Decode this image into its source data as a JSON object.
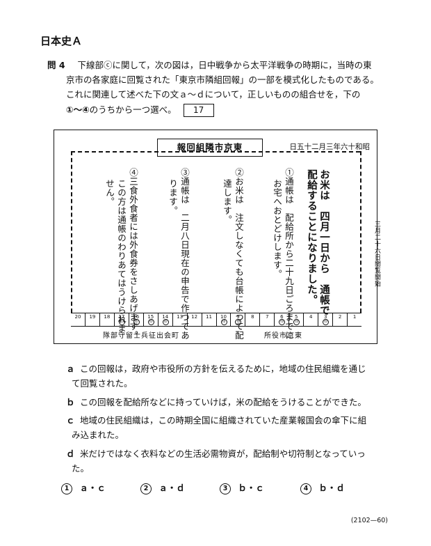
{
  "subject": "日本史Ａ",
  "question": {
    "label": "問 4",
    "line1": "下線部ⓒに関して，次の図は，日中戦争から太平洋戦争の時期に，当時の東",
    "line2": "京市の各家庭に回覧された「東京市隣組回報」の一部を模式化したものである。",
    "line3": "これに関連して述べた下の文ａ～ｄについて，正しいものの組合せを，下の",
    "line4": "のうちから一つ選べ。",
    "choice_range": "①～④",
    "answer_number": "17"
  },
  "figure": {
    "title": "東京市隣組回報",
    "date": "昭和十六年三月二十五日",
    "side_note": "三月二十六日閲覧開始",
    "headline1": "お米は　四月一日から　通帳で",
    "headline2": "配給することになりました。",
    "items": [
      {
        "line1": "①通帳は　配給所から二十九日ごろまでに",
        "line2": "お宅へおとどけします。"
      },
      {
        "line1": "②お米は　注文しなくても台帳によつて配",
        "line2": "達します。"
      },
      {
        "line1": "③通帳は　二月八日現在の申告で作つてあ",
        "line2": "ります。"
      },
      {
        "line1": "④三食外食者には外食券をさしあげます。",
        "line2": "この方は通帳のわりあてはうけられま",
        "line3": "せん。"
      }
    ],
    "strip_numbers": [
      "20",
      "19",
      "18",
      "17",
      "16",
      "15",
      "14",
      "13",
      "12",
      "11",
      "10",
      "9",
      "8",
      "7",
      "6",
      "5",
      "4",
      "3",
      "2",
      "1"
    ],
    "stamp_text": "印",
    "bottom_left": "町会出征兵士留守部隊",
    "bottom_right": "東京市役所"
  },
  "statements": [
    {
      "label": "ａ",
      "line1": "この回報は，政府や市役所の方針を伝えるために，地域の住民組織を通じ",
      "line2": "て回覧された。"
    },
    {
      "label": "ｂ",
      "line1": "この回報を配給所などに持っていけば，米の配給をうけることができた。"
    },
    {
      "label": "ｃ",
      "line1": "地域の住民組織は，この時期全国に組織されていた産業報国会の傘下に組",
      "line2": "み込まれた。"
    },
    {
      "label": "ｄ",
      "line1": "米だけではなく衣料などの生活必需物資が，配給制や切符制となっていっ",
      "line2": "た。"
    }
  ],
  "choices": [
    {
      "num": "1",
      "text": "ａ・ｃ"
    },
    {
      "num": "2",
      "text": "ａ・ｄ"
    },
    {
      "num": "3",
      "text": "ｂ・ｃ"
    },
    {
      "num": "4",
      "text": "ｂ・ｄ"
    }
  ],
  "page_code": "(2102—60)"
}
